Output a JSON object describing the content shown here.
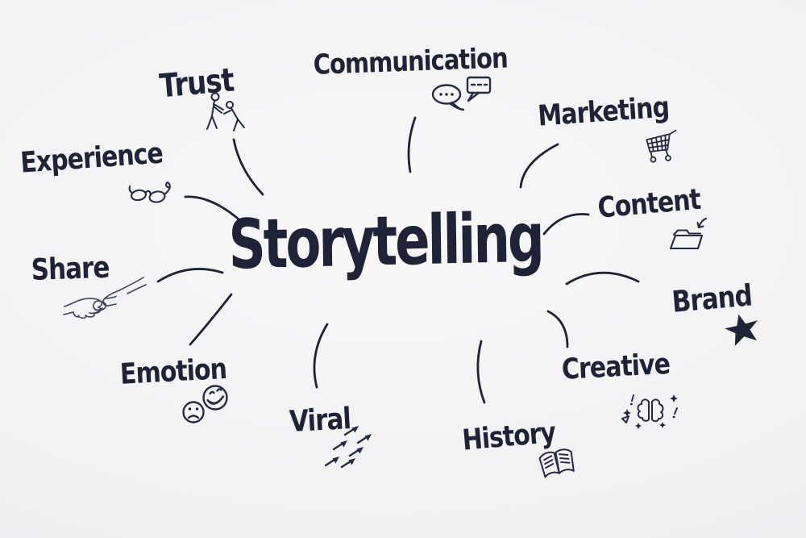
{
  "title": {
    "text": "Storytelling"
  },
  "colors": {
    "ink": "#1f2338",
    "icon_ink": "#262b45",
    "hands_ink": "#3c4160",
    "background": "#f2f2f4"
  },
  "diagram_type": "hand-drawn mind map",
  "nodes": [
    {
      "label": "Trust",
      "icon": "trust-fall-stick-figures-icon",
      "position": "top-left"
    },
    {
      "label": "Communication",
      "icon": "speech-bubbles-icon",
      "position": "top-center"
    },
    {
      "label": "Marketing",
      "icon": "shopping-cart-icon",
      "position": "top-right"
    },
    {
      "label": "Content",
      "icon": "folder-inbox-arrow-icon",
      "position": "right"
    },
    {
      "label": "Brand",
      "icon": "star-icon",
      "position": "right-lower"
    },
    {
      "label": "Creative",
      "icon": "brain-sparkles-icon",
      "position": "bottom-right"
    },
    {
      "label": "History",
      "icon": "open-book-icon",
      "position": "bottom-center"
    },
    {
      "label": "Viral",
      "icon": "spreading-arrows-icon",
      "position": "bottom-left-center"
    },
    {
      "label": "Emotion",
      "icon": "sad-happy-faces-icon",
      "position": "bottom-left"
    },
    {
      "label": "Share",
      "icon": "handshake-icon",
      "position": "left"
    },
    {
      "label": "Experience",
      "icon": "eyeglasses-icon",
      "position": "upper-left"
    }
  ]
}
